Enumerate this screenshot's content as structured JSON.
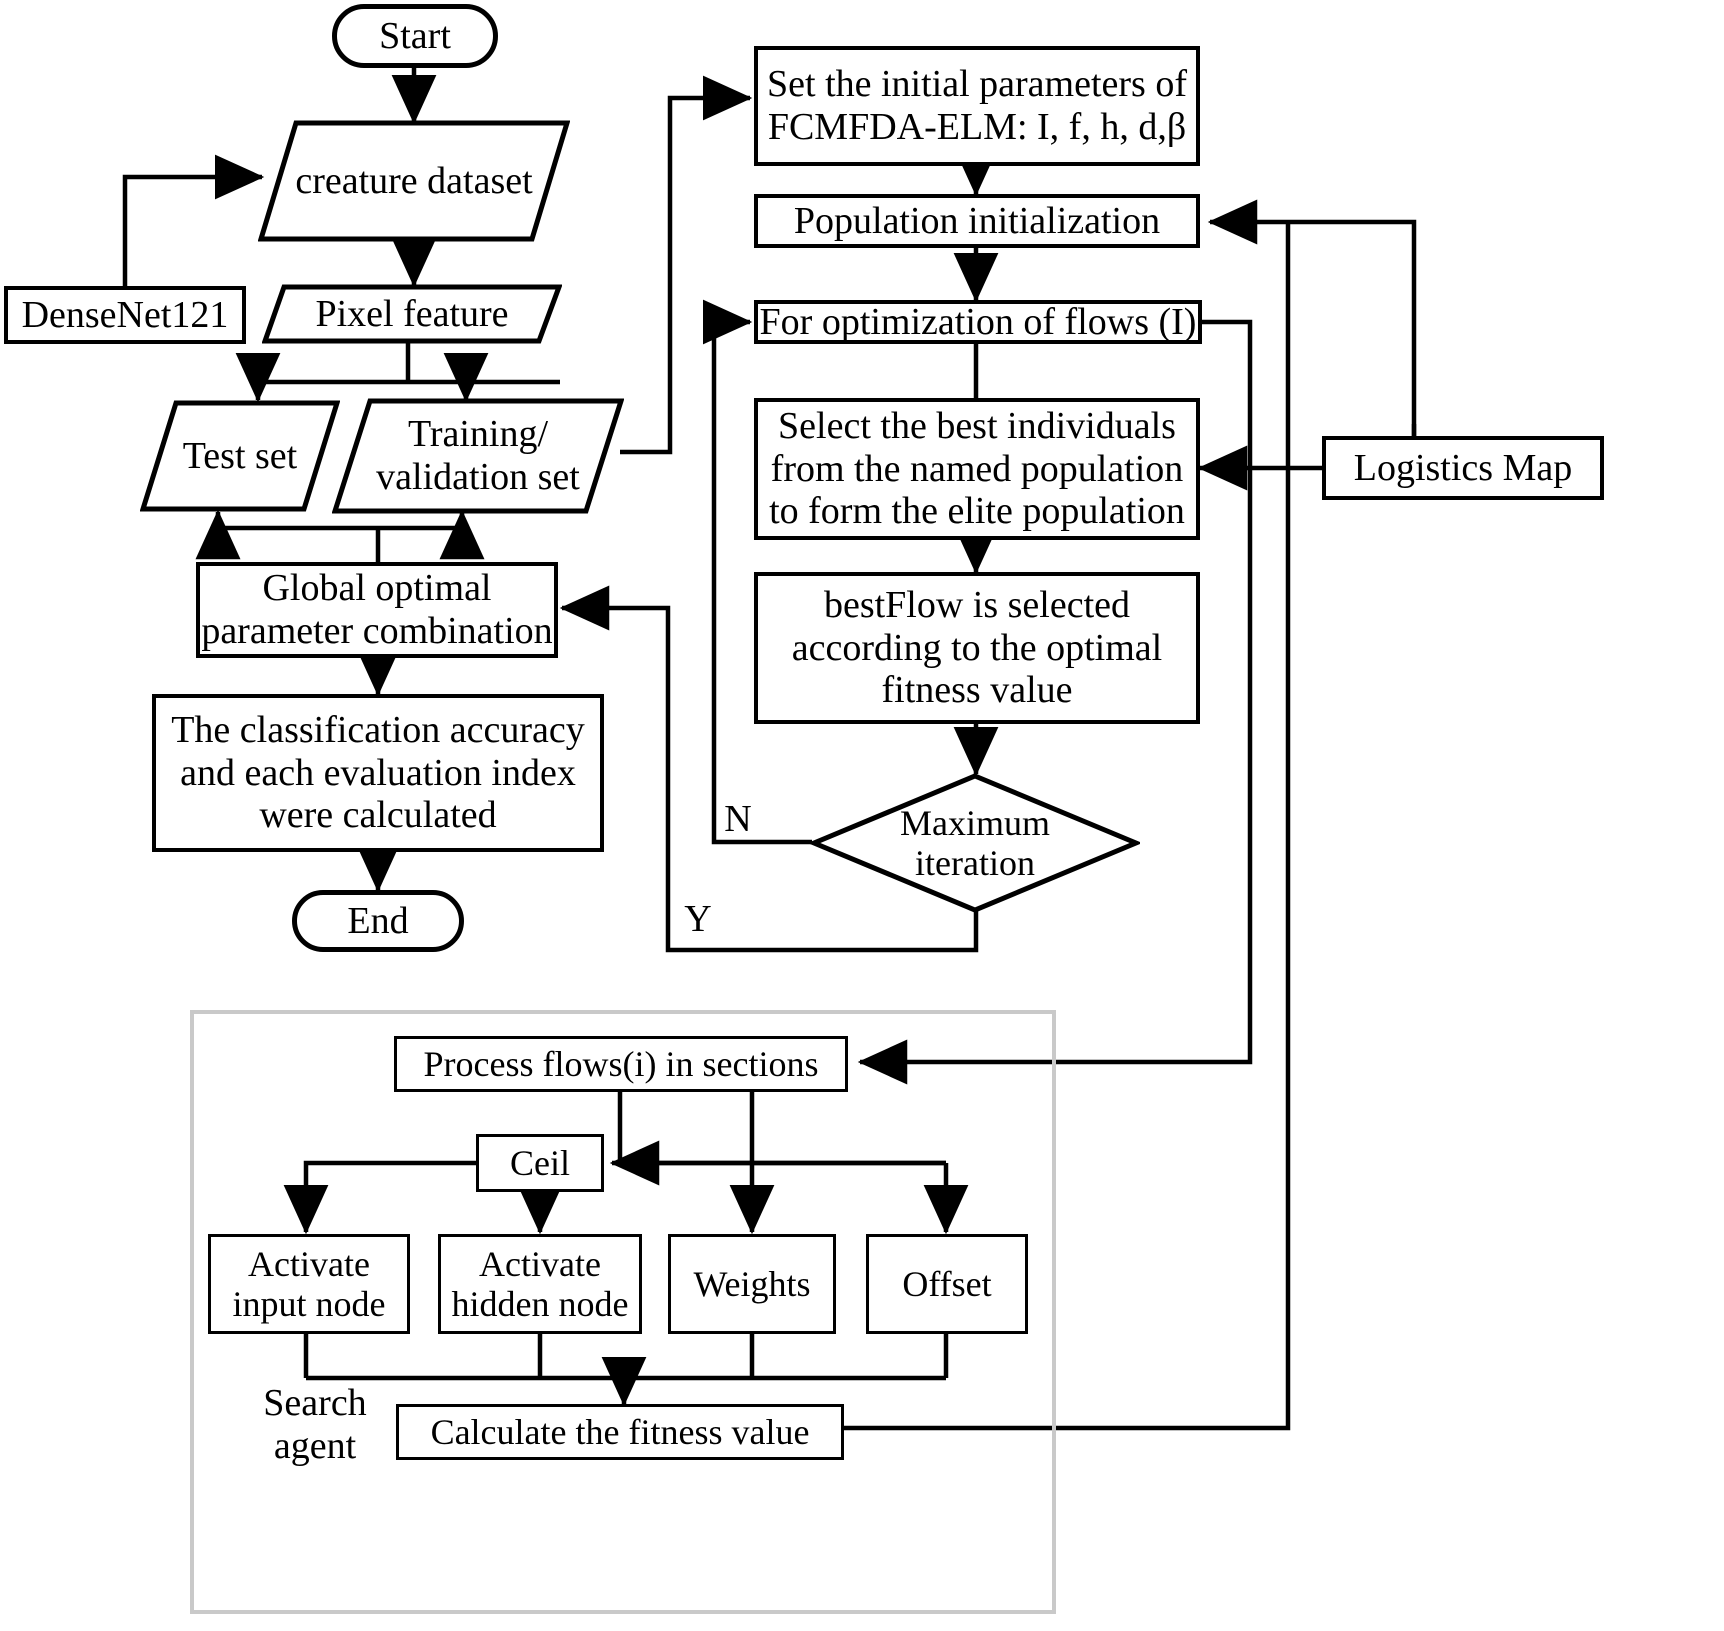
{
  "diagram": {
    "title": "FCMFDA-ELM classification flowchart",
    "stroke_color": "#000000",
    "group_border_color": "#c9c9c9",
    "background": "#ffffff"
  },
  "left_branch": {
    "start": "Start",
    "creature_dataset": "creature dataset",
    "densenet": "DenseNet121",
    "pixel_feature": "Pixel feature",
    "test_set": "Test set",
    "training_validation_set": "Training/\nvalidation set",
    "global_optimal": "Global  optimal\nparameter combination",
    "classification_accuracy": "The classification accuracy\nand each evaluation index\nwere calculated",
    "end": "End"
  },
  "right_branch": {
    "set_initial_parameters": "Set the initial parameters of\nFCMFDA-ELM: I, f, h, d,β",
    "population_initialization": "Population initialization",
    "for_optimization": "For optimization of flows (I)",
    "select_best_individuals": "Select the best individuals\nfrom the named population\nto form the elite population",
    "best_flow": "bestFlow is selected\naccording to the optimal\nfitness value",
    "maximum_iteration": "Maximum\niteration",
    "logistics_map": "Logistics Map",
    "label_no": "N",
    "label_yes": "Y"
  },
  "search_agent": {
    "group_label": "Search\nagent",
    "process_flows": "Process flows(i) in sections",
    "ceil": "Ceil",
    "activate_input_node": "Activate\ninput node",
    "activate_hidden_node": "Activate\nhidden node",
    "weights": "Weights",
    "offset": "Offset",
    "calculate_fitness": "Calculate the fitness value"
  }
}
